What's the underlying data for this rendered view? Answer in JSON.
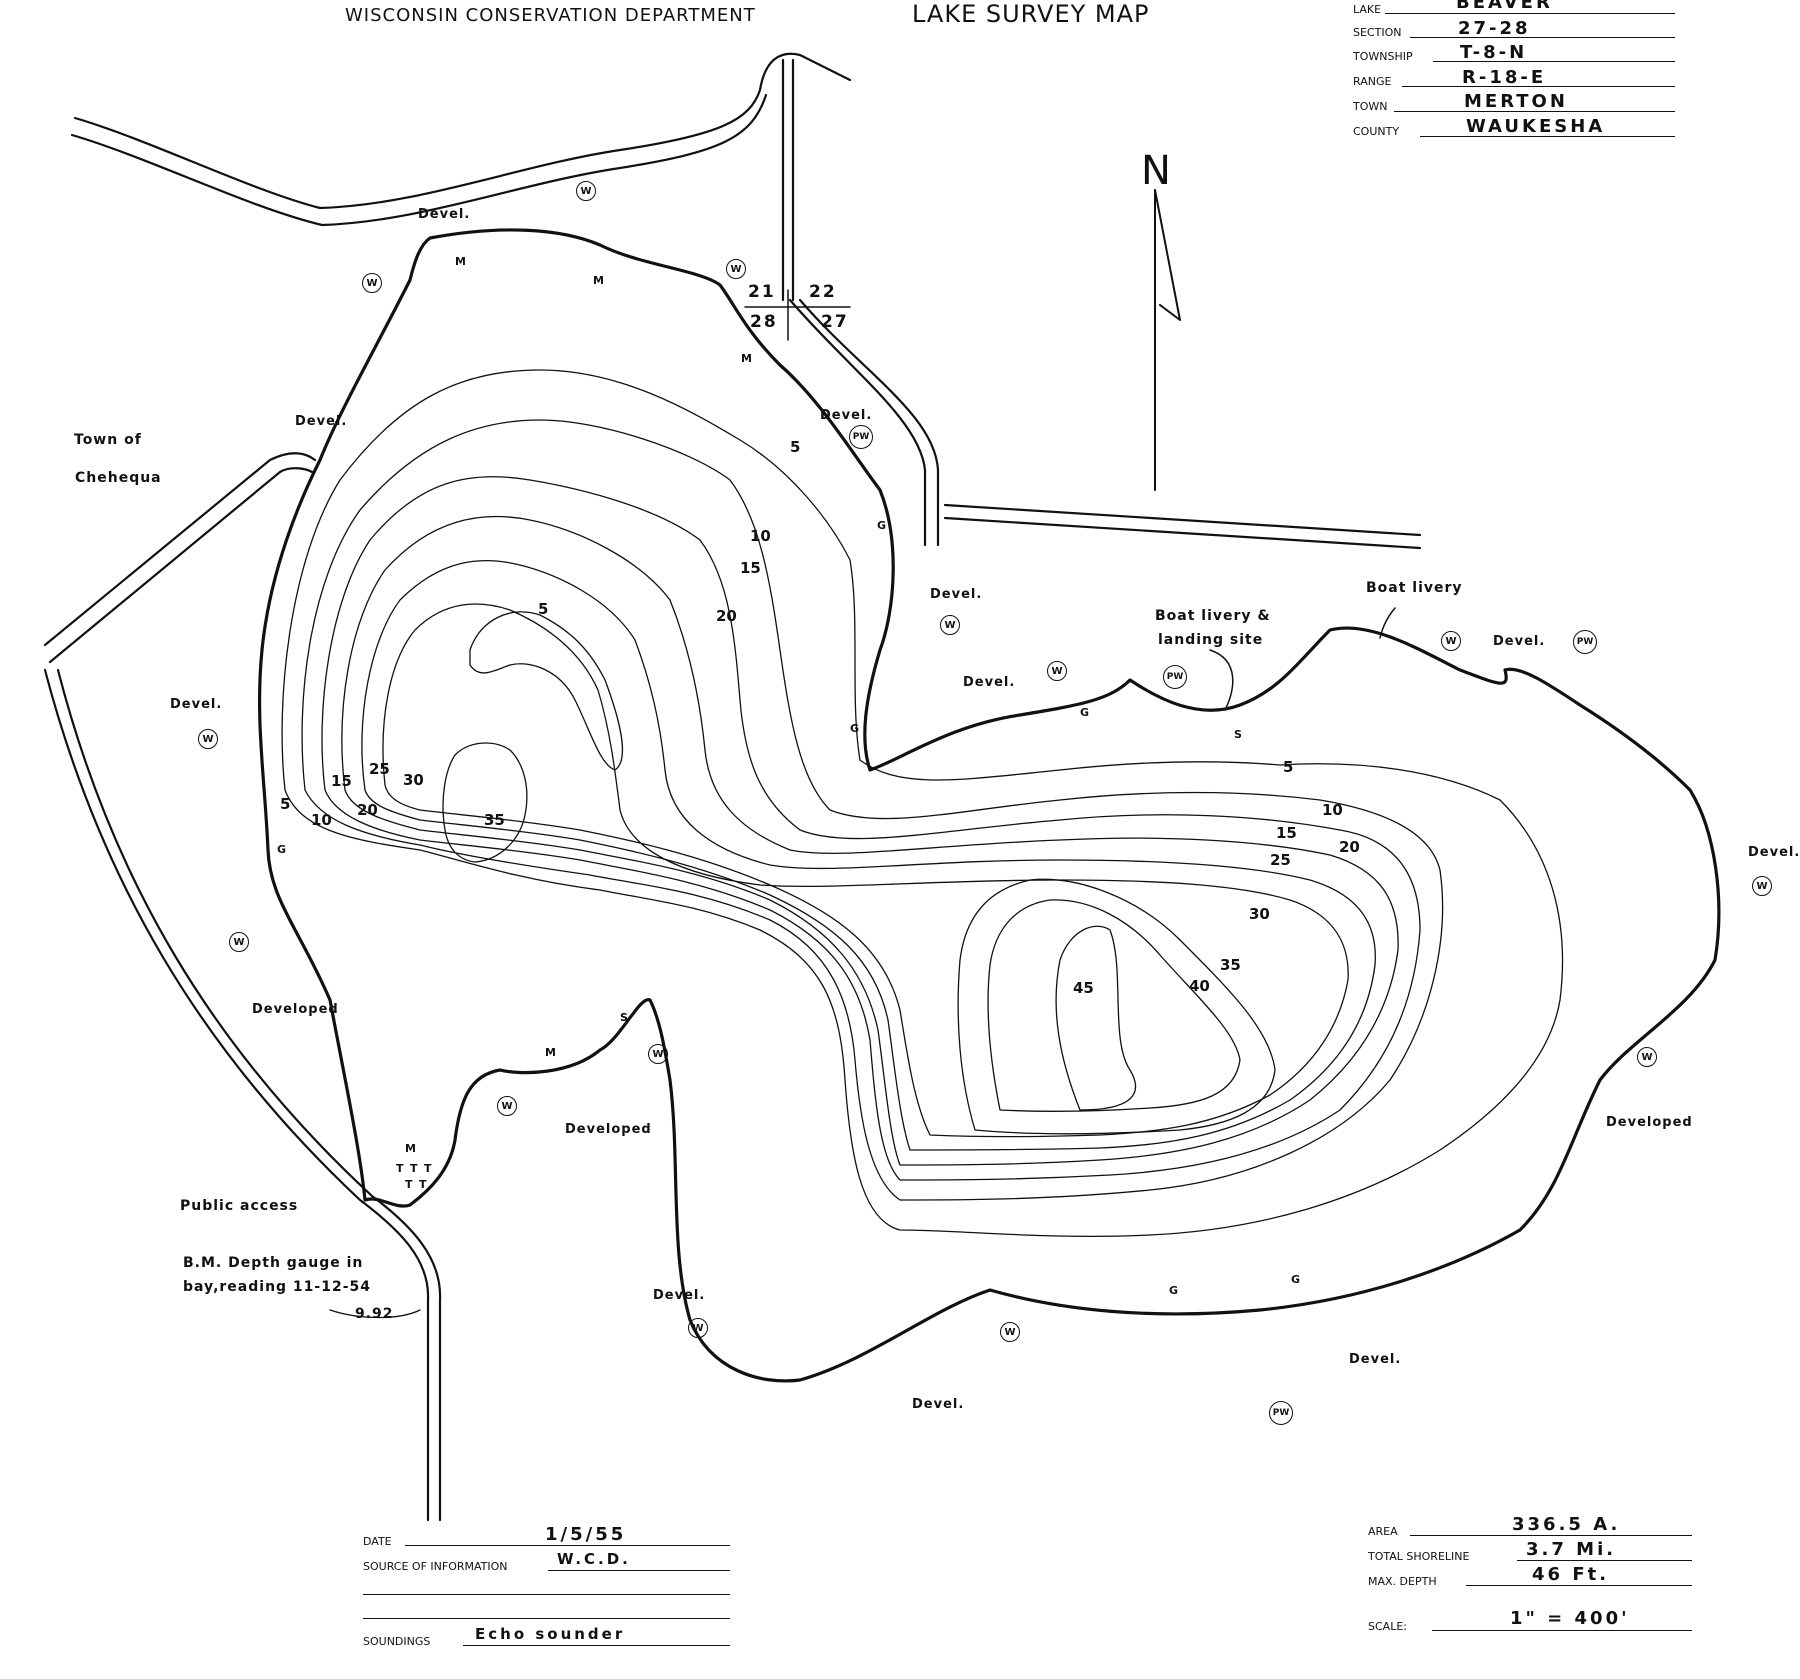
{
  "header": {
    "department": "WISCONSIN CONSERVATION DEPARTMENT",
    "map_title": "LAKE SURVEY MAP"
  },
  "lake_info": {
    "lake_label": "LAKE",
    "lake": "BEAVER",
    "section_label": "SECTION",
    "section": "27-28",
    "township_label": "TOWNSHIP",
    "township": "T-8-N",
    "range_label": "RANGE",
    "range": "R-18-E",
    "town_label": "TOWN",
    "town": "MERTON",
    "county_label": "COUNTY",
    "county": "WAUKESHA"
  },
  "north": {
    "label": "N"
  },
  "sections": {
    "nw": "21",
    "ne": "22",
    "sw": "28",
    "se": "27"
  },
  "places": {
    "town_of": "Town of",
    "chehequa": "Chehequa",
    "devel": "Devel.",
    "developed": "Developed",
    "boat_livery": "Boat livery",
    "boat_livery_landing_1": "Boat livery &",
    "boat_livery_landing_2": "landing site",
    "public_access": "Public access",
    "bm_1": "B.M. Depth gauge in",
    "bm_2": "bay,reading 11-12-54",
    "bm_value": "9.92"
  },
  "symbols": {
    "well": "W",
    "private_well": "PW",
    "muck": "M",
    "gravel": "G",
    "sand": "S",
    "timber": "T"
  },
  "depths": {
    "d5": "5",
    "d10": "10",
    "d15": "15",
    "d20": "20",
    "d25": "25",
    "d30": "30",
    "d35": "35",
    "d40": "40",
    "d45": "45"
  },
  "footer_left": {
    "date_label": "DATE",
    "date": "1/5/55",
    "source_label": "SOURCE OF INFORMATION",
    "source": "W.C.D.",
    "soundings_label": "SOUNDINGS",
    "soundings": "Echo sounder"
  },
  "footer_right": {
    "area_label": "AREA",
    "area": "336.5 A.",
    "shoreline_label": "TOTAL SHORELINE",
    "shoreline": "3.7 Mi.",
    "max_depth_label": "MAX. DEPTH",
    "max_depth": "46 Ft.",
    "scale_label": "SCALE:",
    "scale": "1\" = 400'"
  }
}
